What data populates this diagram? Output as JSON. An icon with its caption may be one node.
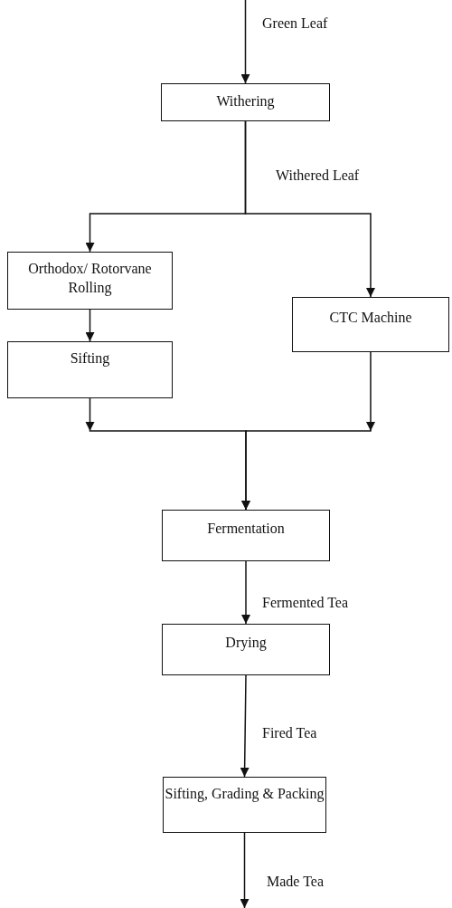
{
  "diagram": {
    "nodes": [
      {
        "text": [
          "Withering"
        ]
      },
      {
        "text": [
          "Orthodox/ Rotorvane Rolling"
        ]
      },
      {
        "text": [
          "CTC Machine"
        ]
      },
      {
        "text": [
          "Sifting"
        ]
      },
      {
        "text": [
          "Fermentation"
        ]
      },
      {
        "text": [
          "Drying"
        ]
      },
      {
        "text": [
          "Sifting, Grading & Packing"
        ]
      }
    ],
    "edges": [
      {
        "from": null,
        "to": 0,
        "arrow": "to",
        "label": "Green Leaf"
      },
      {
        "from": 0,
        "to": 1,
        "arrow": "to",
        "label": "Withered Leaf"
      },
      {
        "from": 0,
        "to": 2,
        "arrow": "to"
      },
      {
        "from": 1,
        "to": 3,
        "arrow": "to"
      },
      {
        "from": 3,
        "to": 4,
        "arrow": "to"
      },
      {
        "from": 2,
        "to": 4,
        "arrow": "to"
      },
      {
        "from": 4,
        "to": 5,
        "arrow": "to",
        "label": "Fermented Tea"
      },
      {
        "from": 5,
        "to": 6,
        "arrow": "to",
        "label": "Fired Tea"
      },
      {
        "from": 6,
        "to": null,
        "arrow": "to",
        "label": "Made Tea"
      }
    ]
  }
}
